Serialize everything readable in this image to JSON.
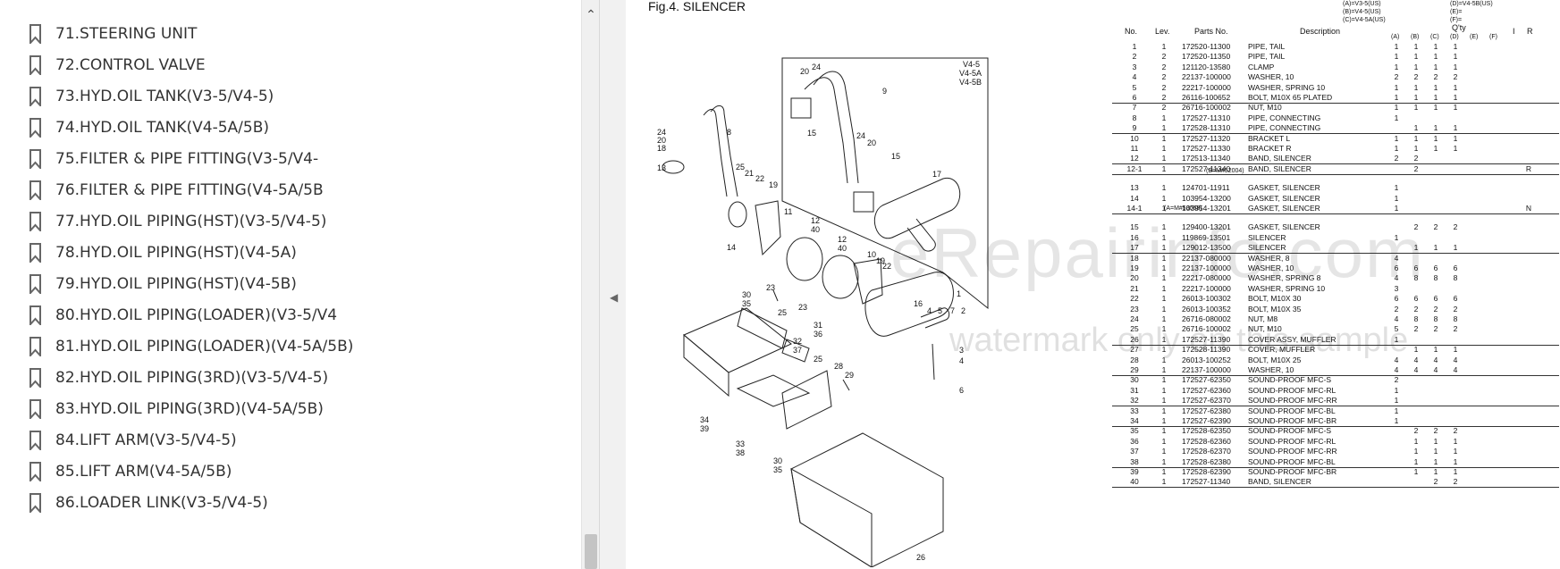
{
  "sidebar": {
    "items": [
      {
        "label": "71.STEERING UNIT"
      },
      {
        "label": "72.CONTROL VALVE"
      },
      {
        "label": "73.HYD.OIL TANK(V3-5/V4-5)"
      },
      {
        "label": "74.HYD.OIL TANK(V4-5A/5B)"
      },
      {
        "label": "75.FILTER & PIPE FITTING(V3-5/V4-"
      },
      {
        "label": "76.FILTER & PIPE FITTING(V4-5A/5B"
      },
      {
        "label": "77.HYD.OIL PIPING(HST)(V3-5/V4-5)"
      },
      {
        "label": "78.HYD.OIL PIPING(HST)(V4-5A)"
      },
      {
        "label": "79.HYD.OIL PIPING(HST)(V4-5B)"
      },
      {
        "label": "80.HYD.OIL PIPING(LOADER)(V3-5/V4"
      },
      {
        "label": "81.HYD.OIL PIPING(LOADER)(V4-5A/5B)"
      },
      {
        "label": "82.HYD.OIL PIPING(3RD)(V3-5/V4-5)"
      },
      {
        "label": "83.HYD.OIL PIPING(3RD)(V4-5A/5B)"
      },
      {
        "label": "84.LIFT ARM(V3-5/V4-5)"
      },
      {
        "label": "85.LIFT ARM(V4-5A/5B)"
      },
      {
        "label": "86.LOADER LINK(V3-5/V4-5)"
      }
    ],
    "scroll_up_icon": "chevron-up-icon",
    "collapse_icon": "caret-left-icon"
  },
  "page": {
    "fig_title": "Fig.4.  SILENCER",
    "legend_left": [
      "(A)=V3-5(US)",
      "(B)=V4-5(US)",
      "(C)=V4-5A(US)"
    ],
    "legend_right": [
      "(D)=V4-5B(US)",
      "(E)=",
      "(F)="
    ],
    "inset_label": [
      "V4-5",
      "V4-5A",
      "V4-5B"
    ],
    "watermark_main": "eRepairinfo.com",
    "watermark_sub": "watermark only on this sample",
    "headers": {
      "no": "No.",
      "lev": "Lev.",
      "parts_no": "Parts No.",
      "description": "Description",
      "qty": "Q'ty",
      "a": "(A)",
      "b": "(B)",
      "c": "(C)",
      "d": "(D)",
      "e": "(E)",
      "f": "(F)",
      "i": "I",
      "r": "R"
    },
    "notes": {
      "n1": "(B=M#52004)",
      "n2": "(A=M#53068)"
    },
    "parts": [
      {
        "no": "1",
        "lev": "1",
        "pn": "172520-11300",
        "desc": "PIPE, TAIL",
        "a": "1",
        "b": "1",
        "c": "1",
        "d": "1",
        "r": ""
      },
      {
        "no": "2",
        "lev": "2",
        "pn": "172520-11350",
        "desc": "PIPE, TAIL",
        "a": "1",
        "b": "1",
        "c": "1",
        "d": "1",
        "r": ""
      },
      {
        "no": "3",
        "lev": "2",
        "pn": "121120-13580",
        "desc": "CLAMP",
        "a": "1",
        "b": "1",
        "c": "1",
        "d": "1",
        "r": ""
      },
      {
        "no": "4",
        "lev": "2",
        "pn": "22137-100000",
        "desc": "WASHER, 10",
        "a": "2",
        "b": "2",
        "c": "2",
        "d": "2",
        "r": ""
      },
      {
        "no": "5",
        "lev": "2",
        "pn": "22217-100000",
        "desc": "WASHER, SPRING 10",
        "a": "1",
        "b": "1",
        "c": "1",
        "d": "1",
        "r": ""
      },
      {
        "no": "6",
        "lev": "2",
        "pn": "26116-100652",
        "desc": "BOLT, M10X 65 PLATED",
        "a": "1",
        "b": "1",
        "c": "1",
        "d": "1",
        "r": ""
      },
      {
        "no": "7",
        "lev": "2",
        "pn": "26716-100002",
        "desc": "NUT, M10",
        "a": "1",
        "b": "1",
        "c": "1",
        "d": "1",
        "r": ""
      },
      {
        "no": "8",
        "lev": "1",
        "pn": "172527-11310",
        "desc": "PIPE, CONNECTING",
        "a": "1",
        "b": "",
        "c": "",
        "d": "",
        "r": ""
      },
      {
        "no": "9",
        "lev": "1",
        "pn": "172528-11310",
        "desc": "PIPE, CONNECTING",
        "a": "",
        "b": "1",
        "c": "1",
        "d": "1",
        "r": ""
      },
      {
        "no": "10",
        "lev": "1",
        "pn": "172527-11320",
        "desc": "BRACKET L",
        "a": "1",
        "b": "1",
        "c": "1",
        "d": "1",
        "r": ""
      },
      {
        "no": "11",
        "lev": "1",
        "pn": "172527-11330",
        "desc": "BRACKET R",
        "a": "1",
        "b": "1",
        "c": "1",
        "d": "1",
        "r": ""
      },
      {
        "no": "12",
        "lev": "1",
        "pn": "172513-11340",
        "desc": "BAND, SILENCER",
        "a": "2",
        "b": "2",
        "c": "",
        "d": "",
        "r": ""
      },
      {
        "no": "12-1",
        "lev": "1",
        "pn": "172527-11340",
        "desc": "BAND, SILENCER",
        "a": "",
        "b": "2",
        "c": "",
        "d": "",
        "r": "R"
      },
      {
        "no": "13",
        "lev": "1",
        "pn": "124701-11911",
        "desc": "GASKET, SILENCER",
        "a": "1",
        "b": "",
        "c": "",
        "d": "",
        "r": ""
      },
      {
        "no": "14",
        "lev": "1",
        "pn": "103954-13200",
        "desc": "GASKET, SILENCER",
        "a": "1",
        "b": "",
        "c": "",
        "d": "",
        "r": ""
      },
      {
        "no": "14-1",
        "lev": "1",
        "pn": "103954-13201",
        "desc": "GASKET, SILENCER",
        "a": "1",
        "b": "",
        "c": "",
        "d": "",
        "r": "N"
      },
      {
        "no": "15",
        "lev": "1",
        "pn": "129400-13201",
        "desc": "GASKET, SILENCER",
        "a": "",
        "b": "2",
        "c": "2",
        "d": "2",
        "r": ""
      },
      {
        "no": "16",
        "lev": "1",
        "pn": "119869-13501",
        "desc": "SILENCER",
        "a": "1",
        "b": "",
        "c": "",
        "d": "",
        "r": ""
      },
      {
        "no": "17",
        "lev": "1",
        "pn": "129012-13500",
        "desc": "SILENCER",
        "a": "",
        "b": "1",
        "c": "1",
        "d": "1",
        "r": ""
      },
      {
        "no": "18",
        "lev": "1",
        "pn": "22137-080000",
        "desc": "WASHER, 8",
        "a": "4",
        "b": "",
        "c": "",
        "d": "",
        "r": ""
      },
      {
        "no": "19",
        "lev": "1",
        "pn": "22137-100000",
        "desc": "WASHER, 10",
        "a": "6",
        "b": "6",
        "c": "6",
        "d": "6",
        "r": ""
      },
      {
        "no": "20",
        "lev": "1",
        "pn": "22217-080000",
        "desc": "WASHER, SPRING  8",
        "a": "4",
        "b": "8",
        "c": "8",
        "d": "8",
        "r": ""
      },
      {
        "no": "21",
        "lev": "1",
        "pn": "22217-100000",
        "desc": "WASHER, SPRING 10",
        "a": "3",
        "b": "",
        "c": "",
        "d": "",
        "r": ""
      },
      {
        "no": "22",
        "lev": "1",
        "pn": "26013-100302",
        "desc": "BOLT, M10X 30",
        "a": "6",
        "b": "6",
        "c": "6",
        "d": "6",
        "r": ""
      },
      {
        "no": "23",
        "lev": "1",
        "pn": "26013-100352",
        "desc": "BOLT, M10X 35",
        "a": "2",
        "b": "2",
        "c": "2",
        "d": "2",
        "r": ""
      },
      {
        "no": "24",
        "lev": "1",
        "pn": "26716-080002",
        "desc": "NUT, M8",
        "a": "4",
        "b": "8",
        "c": "8",
        "d": "8",
        "r": ""
      },
      {
        "no": "25",
        "lev": "1",
        "pn": "26716-100002",
        "desc": "NUT, M10",
        "a": "5",
        "b": "2",
        "c": "2",
        "d": "2",
        "r": ""
      },
      {
        "no": "26",
        "lev": "1",
        "pn": "172527-11390",
        "desc": "COVER ASSY, MUFFLER",
        "a": "1",
        "b": "",
        "c": "",
        "d": "",
        "r": ""
      },
      {
        "no": "27",
        "lev": "1",
        "pn": "172528-11390",
        "desc": "COVER, MUFFLER",
        "a": "",
        "b": "1",
        "c": "1",
        "d": "1",
        "r": ""
      },
      {
        "no": "28",
        "lev": "1",
        "pn": "26013-100252",
        "desc": "BOLT, M10X 25",
        "a": "4",
        "b": "4",
        "c": "4",
        "d": "4",
        "r": ""
      },
      {
        "no": "29",
        "lev": "1",
        "pn": "22137-100000",
        "desc": "WASHER, 10",
        "a": "4",
        "b": "4",
        "c": "4",
        "d": "4",
        "r": ""
      },
      {
        "no": "30",
        "lev": "1",
        "pn": "172527-62350",
        "desc": "SOUND-PROOF MFC-S",
        "a": "2",
        "b": "",
        "c": "",
        "d": "",
        "r": ""
      },
      {
        "no": "31",
        "lev": "1",
        "pn": "172527-62360",
        "desc": "SOUND-PROOF MFC-RL",
        "a": "1",
        "b": "",
        "c": "",
        "d": "",
        "r": ""
      },
      {
        "no": "32",
        "lev": "1",
        "pn": "172527-62370",
        "desc": "SOUND-PROOF MFC-RR",
        "a": "1",
        "b": "",
        "c": "",
        "d": "",
        "r": ""
      },
      {
        "no": "33",
        "lev": "1",
        "pn": "172527-62380",
        "desc": "SOUND-PROOF MFC-BL",
        "a": "1",
        "b": "",
        "c": "",
        "d": "",
        "r": ""
      },
      {
        "no": "34",
        "lev": "1",
        "pn": "172527-62390",
        "desc": "SOUND-PROOF MFC-BR",
        "a": "1",
        "b": "",
        "c": "",
        "d": "",
        "r": ""
      },
      {
        "no": "35",
        "lev": "1",
        "pn": "172528-62350",
        "desc": "SOUND-PROOF MFC-S",
        "a": "",
        "b": "2",
        "c": "2",
        "d": "2",
        "r": ""
      },
      {
        "no": "36",
        "lev": "1",
        "pn": "172528-62360",
        "desc": "SOUND-PROOF MFC-RL",
        "a": "",
        "b": "1",
        "c": "1",
        "d": "1",
        "r": ""
      },
      {
        "no": "37",
        "lev": "1",
        "pn": "172528-62370",
        "desc": "SOUND-PROOF MFC-RR",
        "a": "",
        "b": "1",
        "c": "1",
        "d": "1",
        "r": ""
      },
      {
        "no": "38",
        "lev": "1",
        "pn": "172528-62380",
        "desc": "SOUND-PROOF MFC-BL",
        "a": "",
        "b": "1",
        "c": "1",
        "d": "1",
        "r": ""
      },
      {
        "no": "39",
        "lev": "1",
        "pn": "172528-62390",
        "desc": "SOUND-PROOF MFC-BR",
        "a": "",
        "b": "1",
        "c": "1",
        "d": "1",
        "r": ""
      },
      {
        "no": "40",
        "lev": "1",
        "pn": "172527-11340",
        "desc": "BAND, SILENCER",
        "a": "",
        "b": "",
        "c": "2",
        "d": "2",
        "r": ""
      }
    ]
  }
}
